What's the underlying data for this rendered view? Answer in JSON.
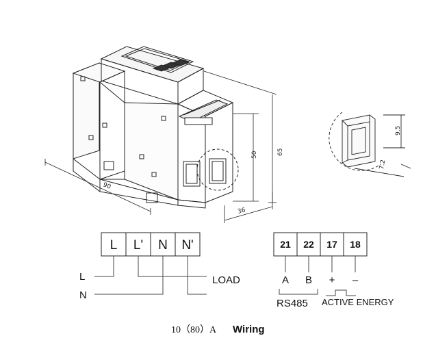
{
  "dimensions": {
    "width": "90",
    "depth": "36",
    "height_body": "50",
    "height_total": "65",
    "window_height": "9.5",
    "window_width": "7.2"
  },
  "power_terminals": [
    "L",
    "L'",
    "N",
    "N'"
  ],
  "power_labels": {
    "line": "L",
    "neutral": "N",
    "load": "LOAD"
  },
  "signal_terminals": [
    "21",
    "22",
    "17",
    "18"
  ],
  "signal_labels": {
    "a": "A",
    "b": "B",
    "plus": "+",
    "minus": "–",
    "rs485": "RS485",
    "active_energy": "ACTIVE ENERGY"
  },
  "caption": {
    "rating": "10（80）A",
    "word": "Wiring"
  }
}
